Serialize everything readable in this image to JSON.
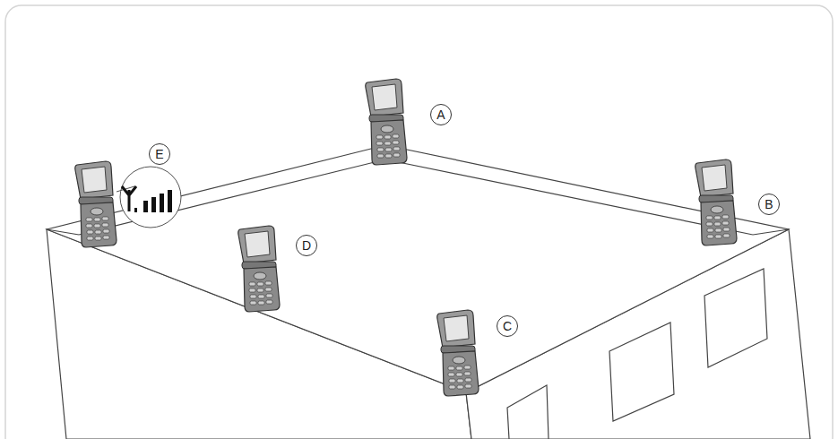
{
  "diagram": {
    "labels": [
      "A",
      "E",
      "B",
      "D",
      "C"
    ]
  }
}
